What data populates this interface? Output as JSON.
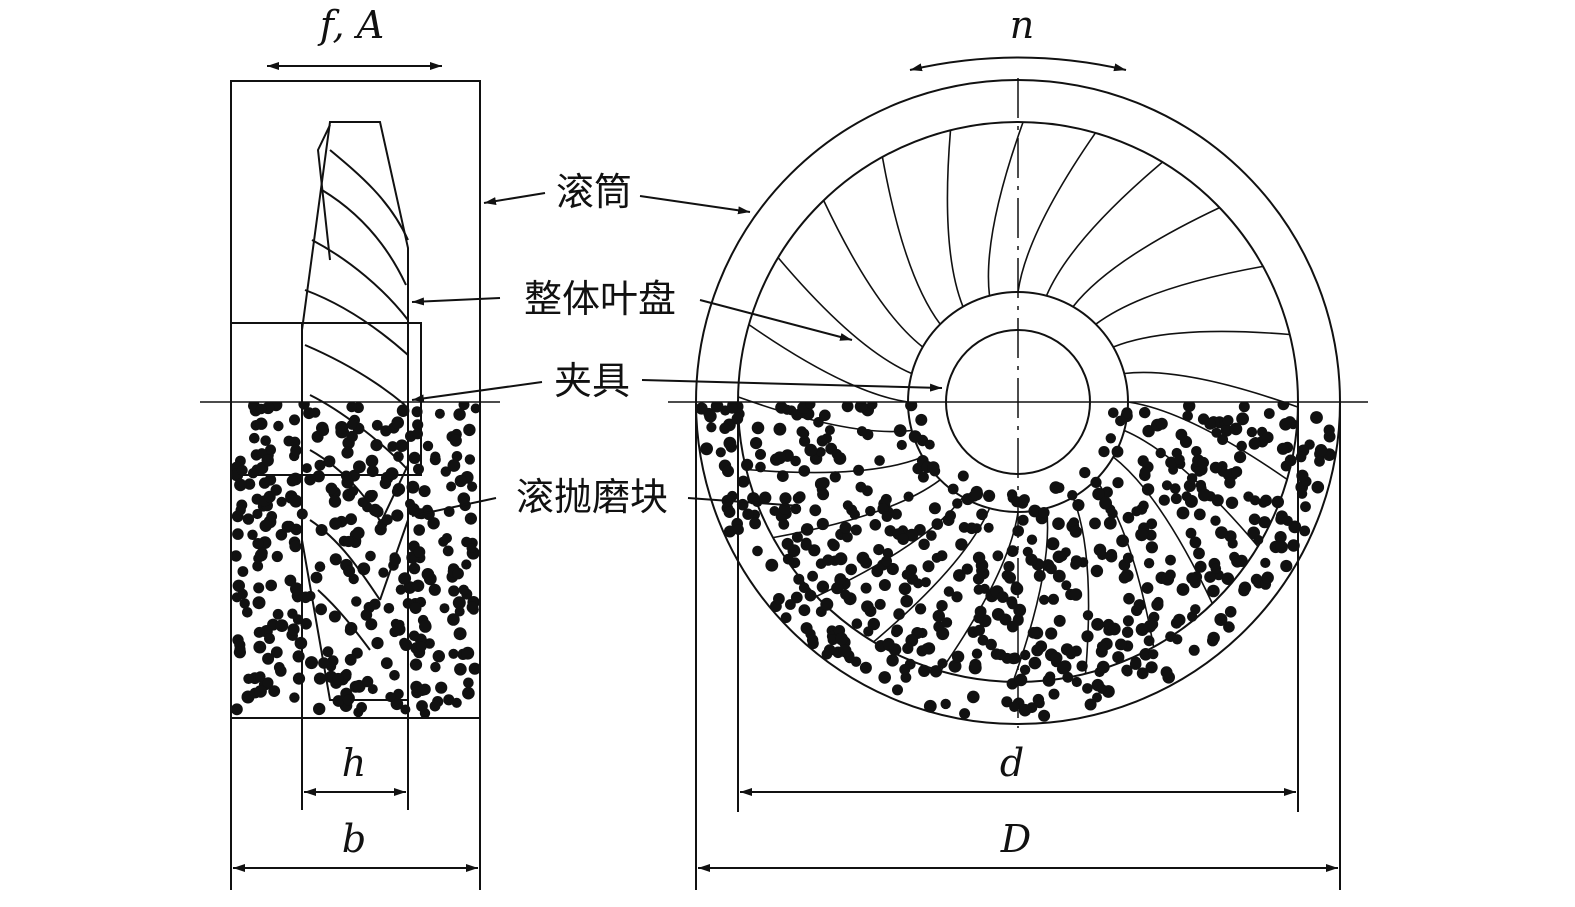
{
  "labels": {
    "drum": "滚筒",
    "blisk": "整体叶盘",
    "fixture": "夹具",
    "media": "滚抛磨块"
  },
  "variables": {
    "fA": "f, A",
    "n": "n",
    "h": "h",
    "b": "b",
    "d": "d",
    "D": "D"
  },
  "colors": {
    "line": "#111111",
    "media": "#111111",
    "background": "#ffffff"
  }
}
